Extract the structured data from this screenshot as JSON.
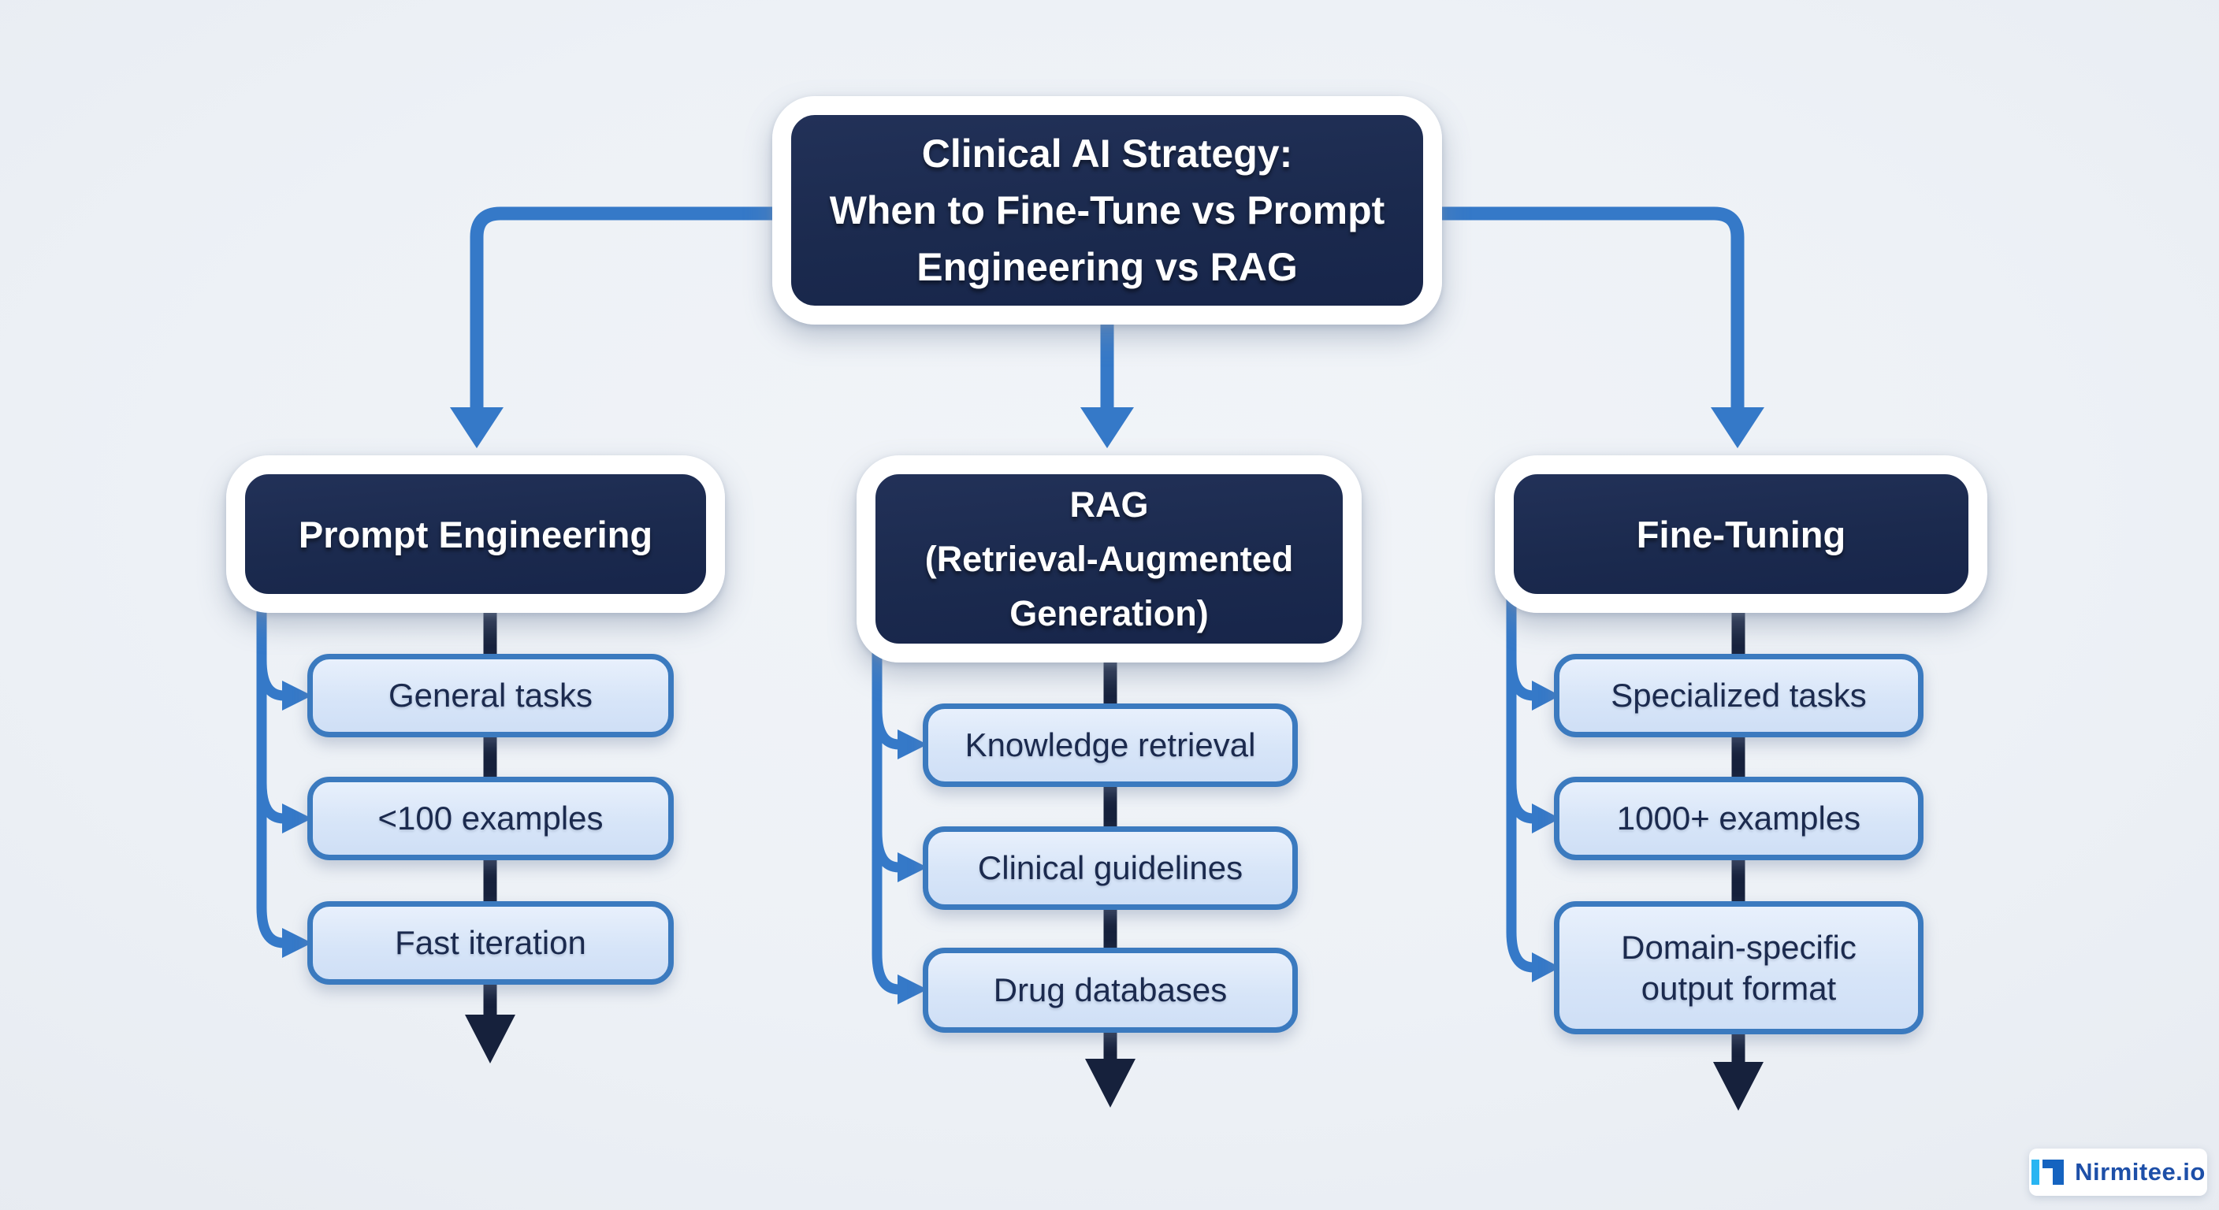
{
  "title": {
    "text": "Clinical AI Strategy:\nWhen to Fine-Tune vs Prompt\nEngineering vs RAG"
  },
  "branches": [
    {
      "name": "Prompt Engineering",
      "header": "Prompt Engineering",
      "items": [
        "General tasks",
        "<100 examples",
        "Fast iteration"
      ]
    },
    {
      "name": "RAG",
      "header": "RAG\n(Retrieval-Augmented\nGeneration)",
      "items": [
        "Knowledge retrieval",
        "Clinical guidelines",
        "Drug databases"
      ]
    },
    {
      "name": "Fine-Tuning",
      "header": "Fine-Tuning",
      "items": [
        "Specialized tasks",
        "1000+ examples",
        "Domain-specific\noutput format"
      ]
    }
  ],
  "footer": {
    "brand": "Nirmitee.io"
  },
  "colors": {
    "background": "#edf1f6",
    "node_navy": "#1b2a4e",
    "node_light_fill": "#d9e6f8",
    "node_light_border": "#3b7abf",
    "accent_blue": "#3579c8",
    "spine_navy": "#16213c",
    "brand_cyan": "#29b5f2",
    "brand_blue": "#1563c0",
    "brand_text": "#1d4fa8"
  }
}
